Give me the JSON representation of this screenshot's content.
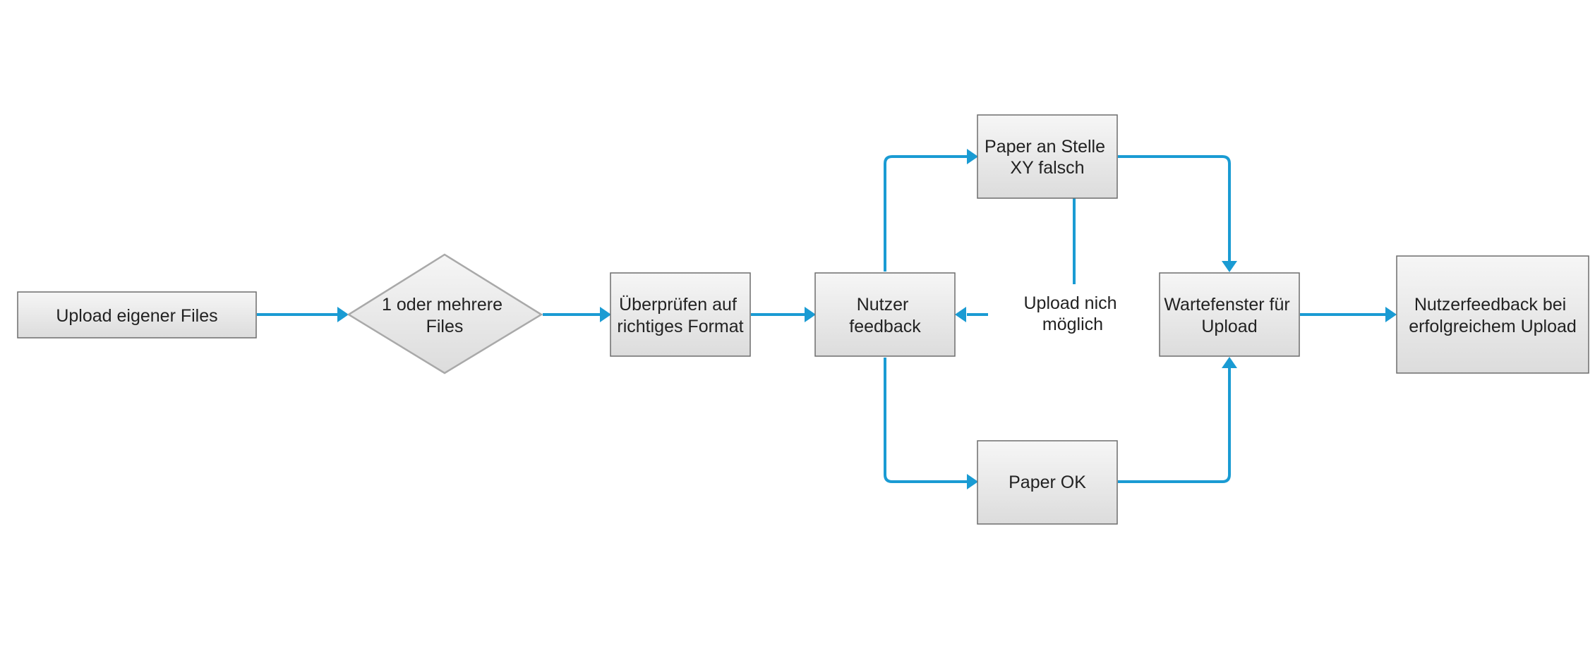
{
  "colors": {
    "connector": "#1a9bd3",
    "node_fill_top": "#f6f6f6",
    "node_fill_bottom": "#dcdcdc",
    "node_border": "#6d6d6d",
    "diamond_border": "#a9a9a9",
    "text": "#222222"
  },
  "nodes": {
    "upload_files": {
      "lines": [
        "Upload eigener Files"
      ]
    },
    "decision_files": {
      "lines": [
        "1 oder mehrere",
        "Files"
      ]
    },
    "check_format": {
      "lines": [
        "Überprüfen auf",
        "richtiges Format"
      ]
    },
    "user_feedback": {
      "lines": [
        "Nutzer",
        "feedback"
      ]
    },
    "paper_wrong": {
      "lines": [
        "Paper an Stelle",
        "XY falsch"
      ]
    },
    "upload_not_possible": {
      "lines": [
        "Upload nich",
        "möglich"
      ]
    },
    "paper_ok": {
      "lines": [
        "Paper OK"
      ]
    },
    "wait_window": {
      "lines": [
        "Wartefenster für",
        "Upload"
      ]
    },
    "success_feedback": {
      "lines": [
        "Nutzerfeedback  bei",
        "erfolgreichem Upload"
      ]
    }
  }
}
